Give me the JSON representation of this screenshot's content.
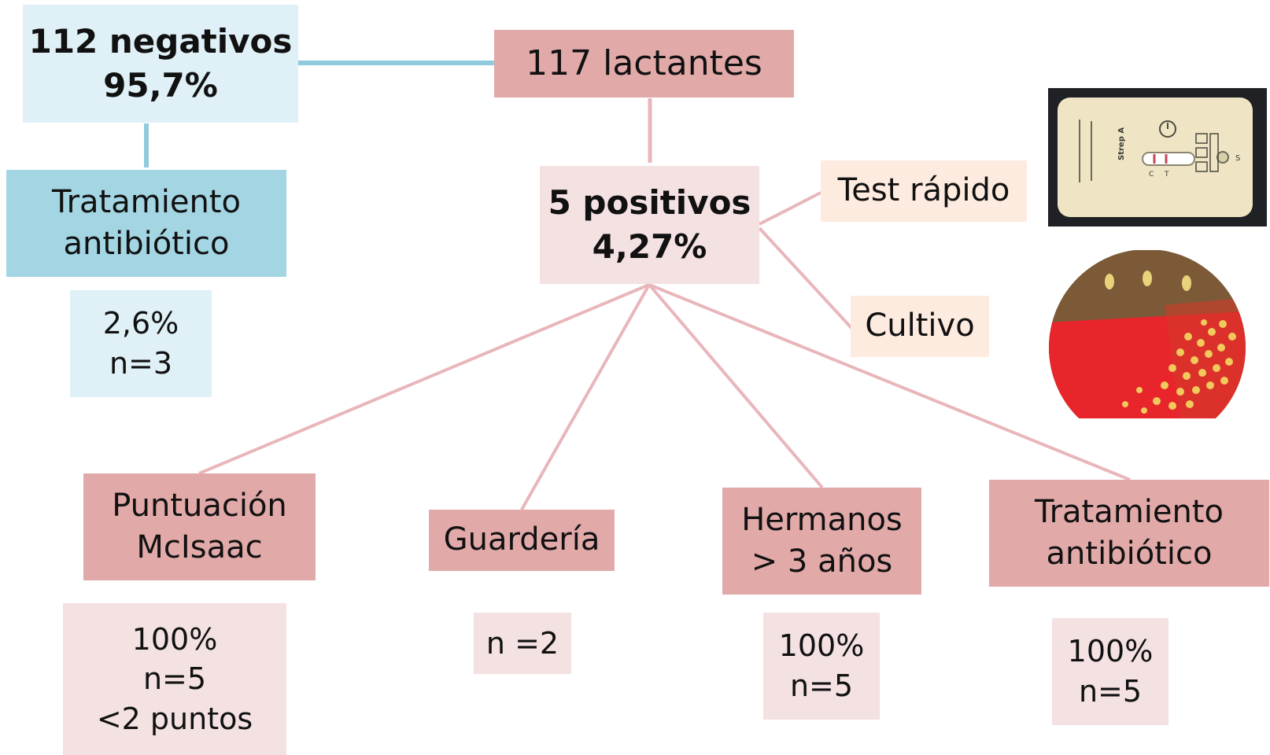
{
  "colors": {
    "light_blue": "#dff0f6",
    "mid_blue": "#a3d5e3",
    "blue_line": "#8fcbdc",
    "rose": "#e2a9a9",
    "light_rose": "#f4e1e2",
    "peach": "#fdebdf",
    "pink_line": "#e8b6bb"
  },
  "root": {
    "label": "117 lactantes"
  },
  "negatives": {
    "line1": "112 negativos",
    "line2": "95,7%"
  },
  "neg_treatment": {
    "line1": "Tratamiento",
    "line2": "antibiótico"
  },
  "neg_treatment_stat": {
    "line1": "2,6%",
    "line2": "n=3"
  },
  "positives": {
    "line1": "5 positivos",
    "line2": "4,27%"
  },
  "methods": {
    "rapid_test": "Test rápido",
    "culture": "Cultivo"
  },
  "rapid_test_device": {
    "brand": "Strep A",
    "letters": [
      "C",
      "T",
      "S"
    ]
  },
  "factors": [
    {
      "line1": "Puntuación",
      "line2": "McIsaac",
      "stat": [
        "100%",
        "n=5",
        "<2 puntos"
      ]
    },
    {
      "line1": "Guardería",
      "stat": [
        "n =2"
      ]
    },
    {
      "line1": "Hermanos",
      "line2": "> 3 años",
      "stat": [
        "100%",
        "n=5"
      ]
    },
    {
      "line1": "Tratamiento",
      "line2": "antibiótico",
      "stat": [
        "100%",
        "n=5"
      ]
    }
  ]
}
